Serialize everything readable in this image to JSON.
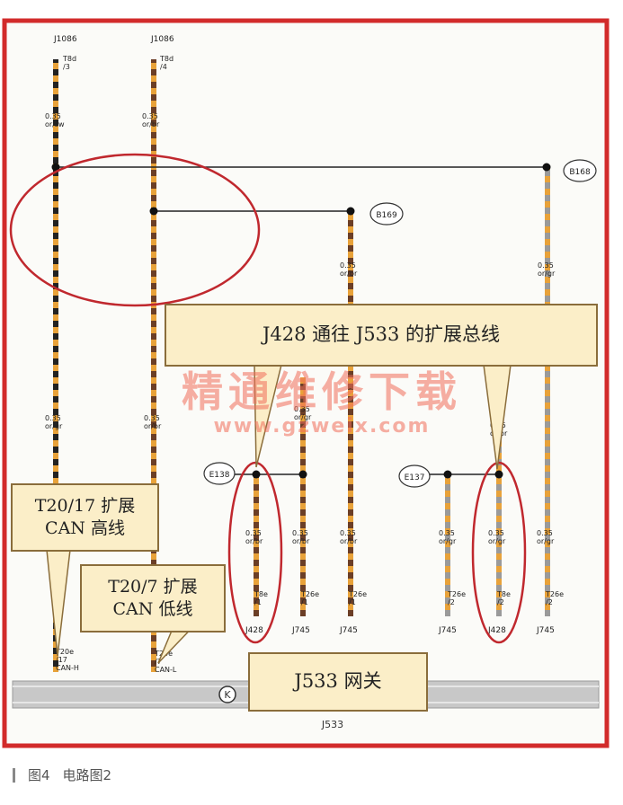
{
  "diagram": {
    "top_components": [
      "J1086",
      "J1086"
    ],
    "top_connectors": [
      "T8d\n/3",
      "T8d\n/4"
    ],
    "top_wire_labels": [
      "0.35\nor/sw",
      "0.35\nor/br"
    ],
    "splice_labels": [
      "B168",
      "B169",
      "E138",
      "E137"
    ],
    "mid_wire_labels": [
      "0.35\nor/br",
      "0.35\nor/gr",
      "0.35\nor/gr",
      "0.35\nor/br",
      "0.35\nor/br",
      "0.35\nor/gr"
    ],
    "bottom_wire_labels": [
      "0.35\nor/br",
      "0.35\nor/br",
      "0.35\nor/br",
      "0.35\nor/gr",
      "0.35\nor/gr",
      "0.35\nor/gr"
    ],
    "bottom_connectors": [
      "T8e\n/1",
      "T26e\n/1",
      "T26e\n/1",
      "T26e\n/2",
      "T8e\n/2",
      "T26e\n/2"
    ],
    "bottom_components": [
      "J428",
      "J745",
      "J745",
      "J745",
      "J428",
      "J745"
    ],
    "left_connectors": [
      "T20e\n/17\nCAN-H",
      "T20e\n/7\nCAN-L"
    ],
    "gateway_label": "J533"
  },
  "callouts": {
    "extended_bus": "J428 通往 J533 的扩展总线",
    "can_high": "T20/17 扩展\nCAN 高线",
    "can_low": "T20/7 扩展\nCAN 低线",
    "gateway": "J533 网关"
  },
  "watermark": {
    "line1": "精通维修下载",
    "line2": "www.gzweix.com"
  },
  "caption": {
    "figure": "图4",
    "title": "电路图2"
  },
  "colors": {
    "frame": "#d22b2b",
    "wire_orange": "#e8a23a",
    "wire_brown": "#6b3e26",
    "wire_black": "#222222",
    "callout_bg": "#fbeec8"
  }
}
